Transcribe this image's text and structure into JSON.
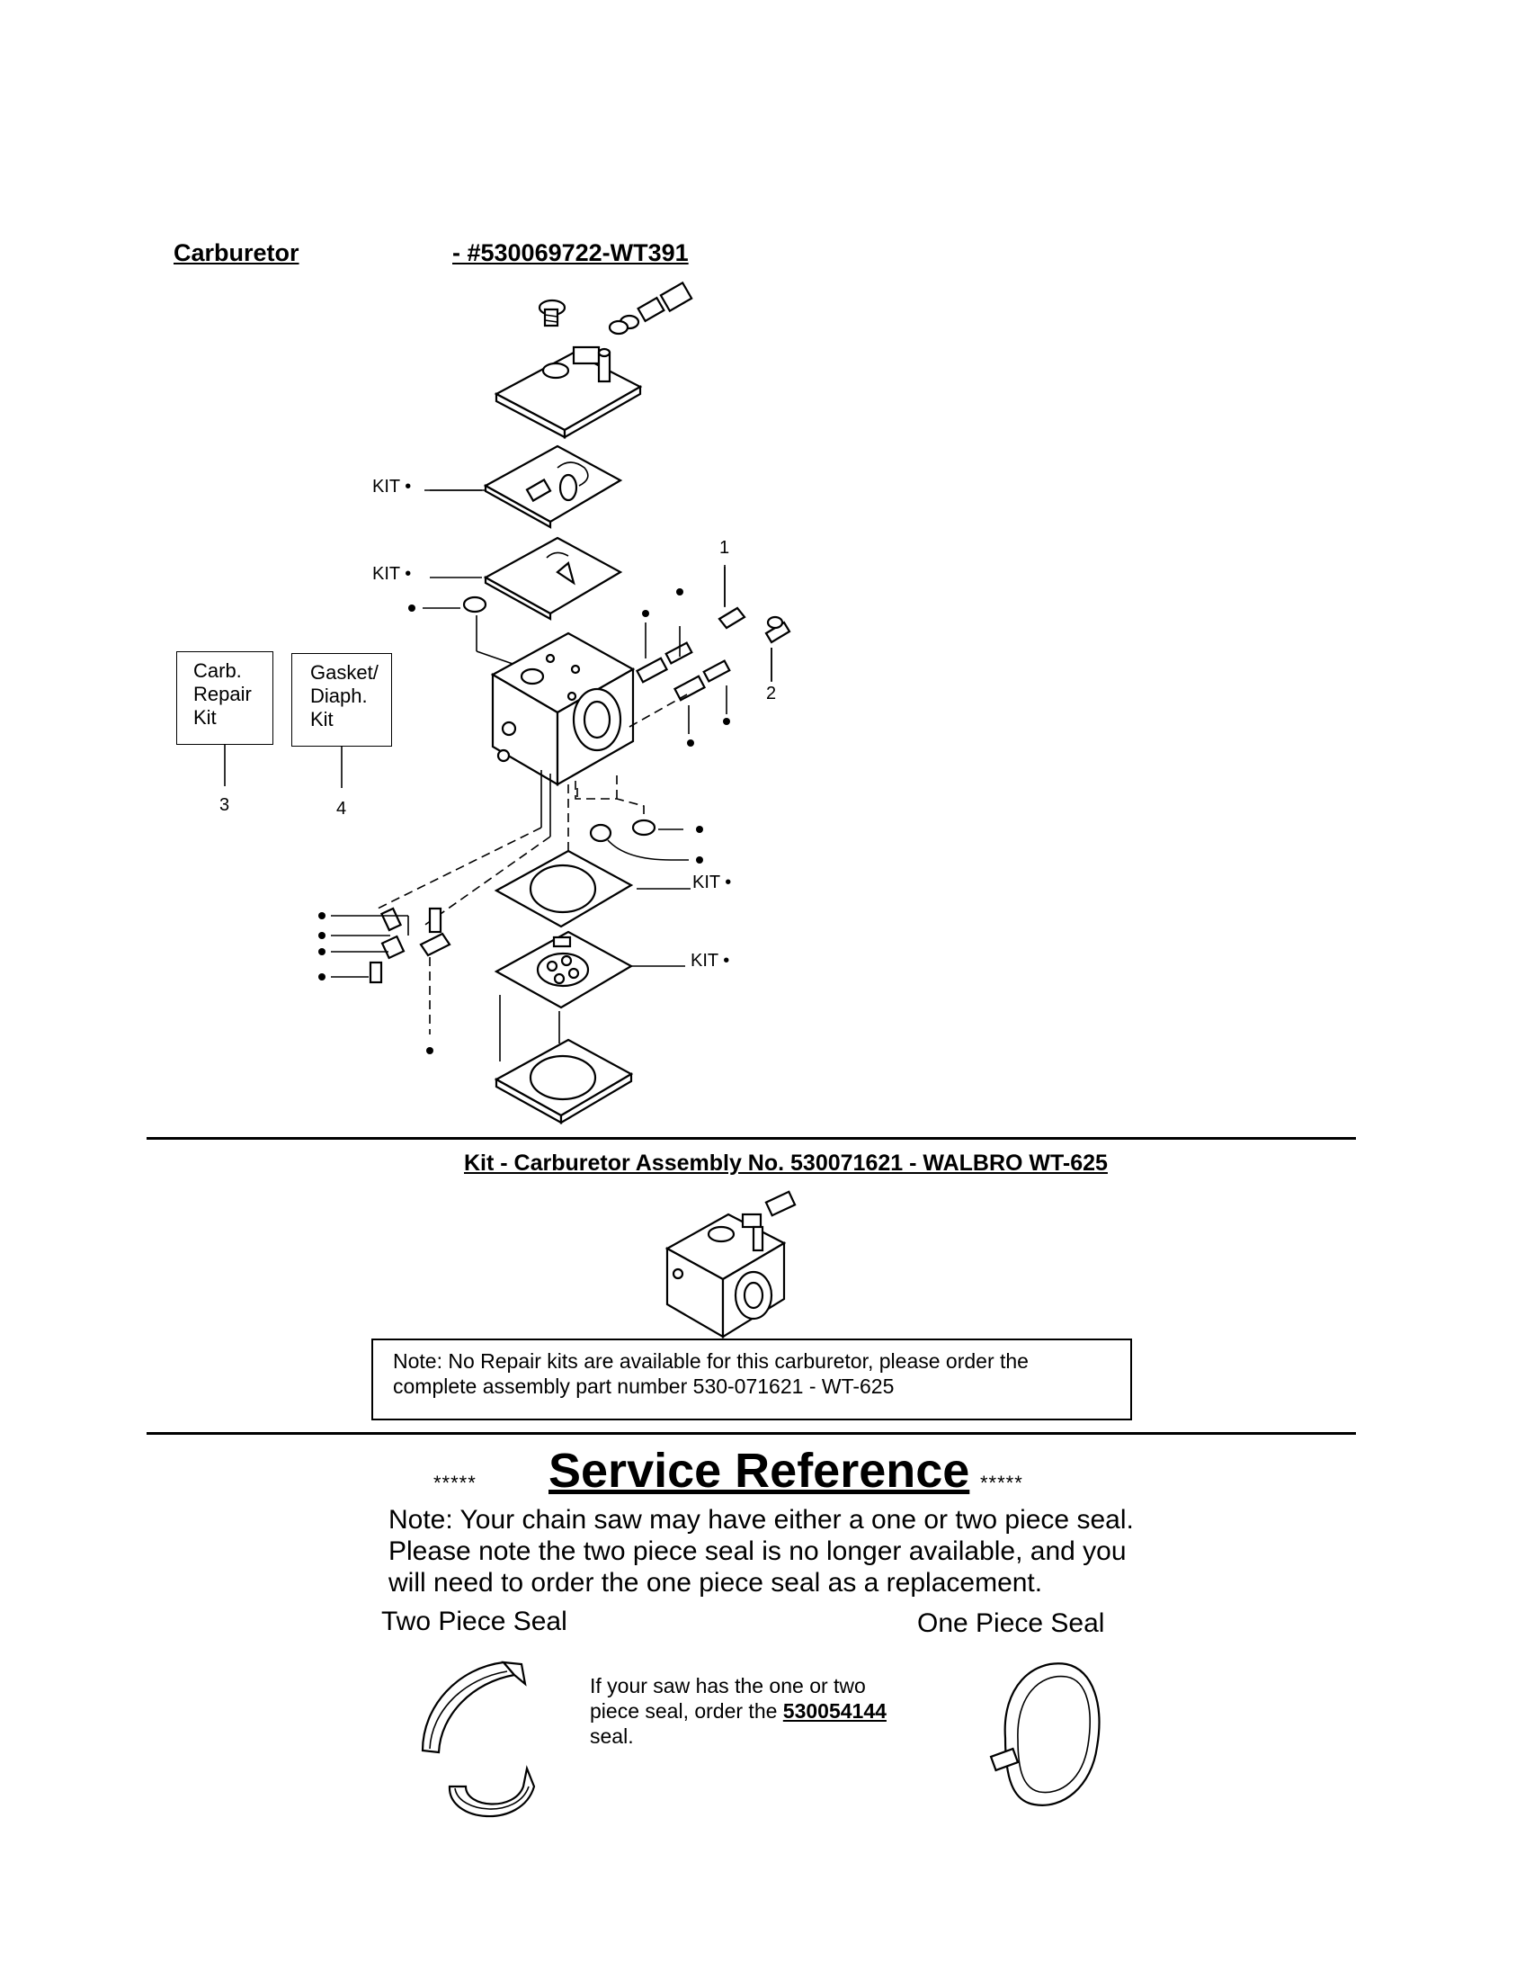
{
  "header": {
    "title": "Carburetor",
    "part_number": "- #530069722-WT391"
  },
  "callouts": {
    "kit_label": "KIT •",
    "num_1": "1",
    "num_2": "2",
    "num_3": "3",
    "num_4": "4"
  },
  "kit_boxes": {
    "carb_repair": [
      "Carb.",
      "Repair",
      "Kit"
    ],
    "gasket_diaph": [
      "Gasket/",
      "Diaph.",
      "Kit"
    ]
  },
  "kit_assembly": {
    "title": "Kit - Carburetor Assembly No. 530071621 - WALBRO WT-625",
    "note_line1": "Note: No Repair kits are available for this carburetor, please order the",
    "note_line2": "complete assembly part number 530-071621 - WT-625"
  },
  "service_reference": {
    "stars": "*****",
    "title": "Service Reference",
    "note_line1": "Note: Your chain saw may have either a one or two piece seal.",
    "note_line2": "Please note the two piece seal is no longer available, and you",
    "note_line3": "will need to order the one piece seal as a replacement.",
    "two_piece_label": "Two Piece Seal",
    "one_piece_label": "One Piece Seal",
    "info_line1": "If your saw has the one or two",
    "info_line2_pre": "piece seal, order the ",
    "info_part_number": "530054144",
    "info_line3": "seal."
  }
}
